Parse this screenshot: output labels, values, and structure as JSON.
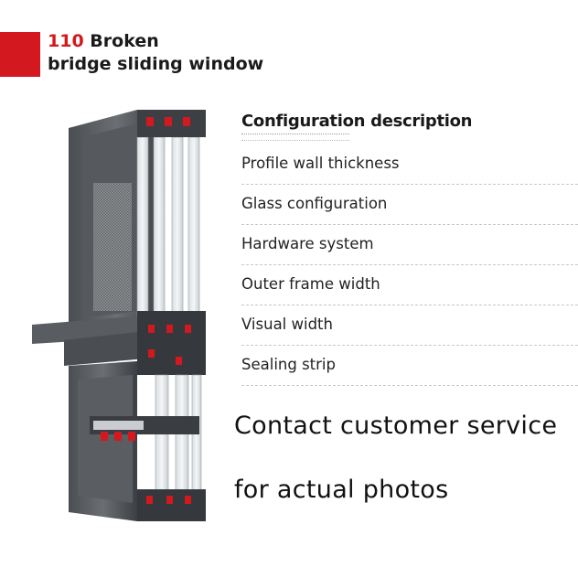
{
  "header": {
    "title_number": "110",
    "title_rest_line1": "Broken",
    "title_line2": "bridge sliding window",
    "accent_color": "#d4181f"
  },
  "configuration": {
    "heading": "Configuration description",
    "items": [
      {
        "label": "Profile wall thickness"
      },
      {
        "label": "Glass configuration"
      },
      {
        "label": "Hardware system"
      },
      {
        "label": "Outer frame width"
      },
      {
        "label": "Visual width"
      },
      {
        "label": "Sealing strip"
      }
    ]
  },
  "notice": {
    "line1": "Contact customer service",
    "line2": "for actual photos"
  }
}
